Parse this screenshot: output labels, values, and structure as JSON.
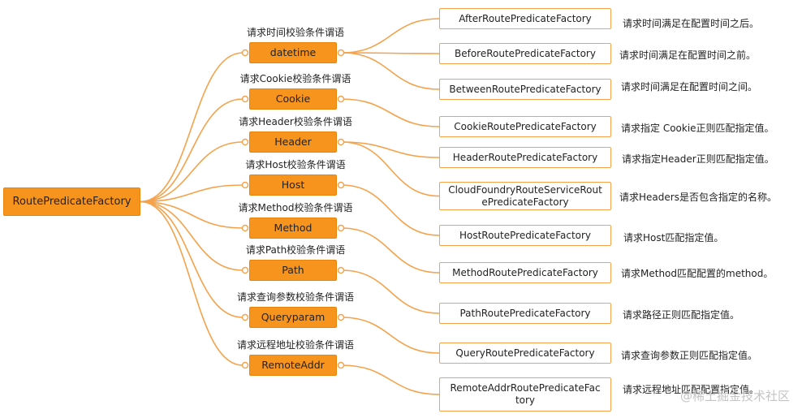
{
  "root": {
    "label": "RoutePredicateFactory"
  },
  "categories": [
    {
      "label": "datetime",
      "caption": "请求时间校验条件谓语"
    },
    {
      "label": "Cookie",
      "caption": "请求Cookie校验条件谓语"
    },
    {
      "label": "Header",
      "caption": "请求Header校验条件谓语"
    },
    {
      "label": "Host",
      "caption": "请求Host校验条件谓语"
    },
    {
      "label": "Method",
      "caption": "请求Method校验条件谓语"
    },
    {
      "label": "Path",
      "caption": "请求Path校验条件谓语"
    },
    {
      "label": "Queryparam",
      "caption": "请求查询参数校验条件谓语"
    },
    {
      "label": "RemoteAddr",
      "caption": "请求远程地址校验条件谓语"
    }
  ],
  "factories": [
    {
      "lines": [
        "AfterRoutePredicateFactory"
      ],
      "desc": "请求时间满足在配置时间之后。",
      "category": 0
    },
    {
      "lines": [
        "BeforeRoutePredicateFactory"
      ],
      "desc": "请求时间满足在配置时间之前。",
      "category": 0
    },
    {
      "lines": [
        "BetweenRoutePredicateFactory"
      ],
      "desc": "请求时间满足在配置时间之间。",
      "category": 0
    },
    {
      "lines": [
        "CookieRoutePredicateFactory"
      ],
      "desc": "请求指定 Cookie正则匹配指定值。",
      "category": 1
    },
    {
      "lines": [
        "HeaderRoutePredicateFactory"
      ],
      "desc": "请求指定Header正则匹配指定值。",
      "category": 2
    },
    {
      "lines": [
        "CloudFoundryRouteServiceRout",
        "ePredicateFactory"
      ],
      "desc": "请求Headers是否包含指定的名称。",
      "category": 2
    },
    {
      "lines": [
        "HostRoutePredicateFactory"
      ],
      "desc": "请求Host匹配指定值。",
      "category": 3
    },
    {
      "lines": [
        "MethodRoutePredicateFactory"
      ],
      "desc": "请求Method匹配配置的method。",
      "category": 4
    },
    {
      "lines": [
        "PathRoutePredicateFactory"
      ],
      "desc": "请求路径正则匹配指定值。",
      "category": 5
    },
    {
      "lines": [
        "QueryRoutePredicateFactory"
      ],
      "desc": "请求查询参数正则匹配指定值。",
      "category": 6
    },
    {
      "lines": [
        "RemoteAddrRoutePredicateFac",
        "tory"
      ],
      "desc": "请求远程地址匹配配置指定值。",
      "category": 7
    }
  ],
  "watermark": "@稀土掘金技术社区",
  "colors": {
    "accent": "#f7941d",
    "line": "#f5a24a",
    "leaf_border": "#f5a24a"
  }
}
